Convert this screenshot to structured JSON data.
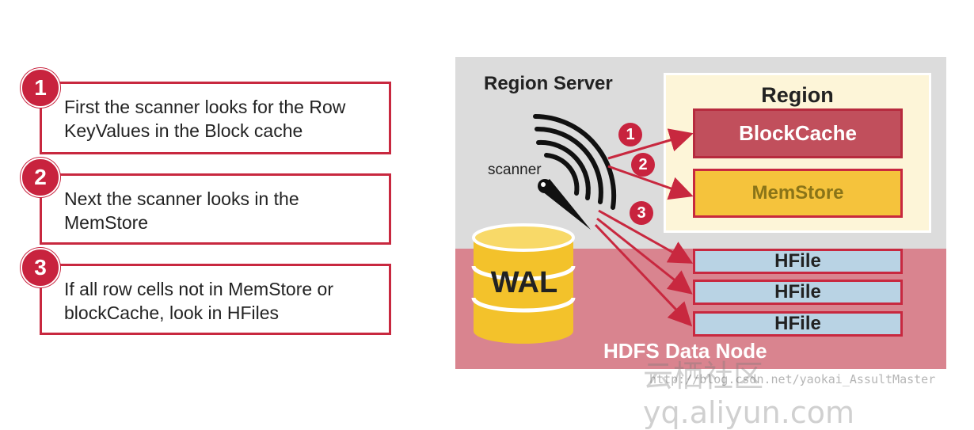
{
  "steps": [
    {
      "number": "1",
      "text": "First the scanner looks for the Row KeyValues in the Block cache"
    },
    {
      "number": "2",
      "text": "Next the scanner looks in the MemStore"
    },
    {
      "number": "3",
      "text": "If all row cells not in MemStore or blockCache, look in HFiles"
    }
  ],
  "diagram": {
    "server_title": "Region Server",
    "region_title": "Region",
    "blockcache": "BlockCache",
    "memstore": "MemStore",
    "hfiles": [
      "HFile",
      "HFile",
      "HFile"
    ],
    "hdfs": "HDFS Data Node",
    "wal": "WAL",
    "scanner": "scanner",
    "arrow_badges": [
      "1",
      "2",
      "3"
    ]
  },
  "watermark": {
    "main": "云栖社区 yq.aliyun.com",
    "sub": "http://blog.csdn.net/yaokai_AssultMaster"
  },
  "colors": {
    "accent_red": "#c8283f",
    "blockcache": "#c14f5c",
    "memstore": "#f5c33c",
    "hfile": "#b9d3e4",
    "server_bg": "#dcdcdc",
    "hdfs_bg": "#d9848f",
    "region_bg": "#fdf5d8",
    "wal_yellow": "#f3c22b"
  }
}
